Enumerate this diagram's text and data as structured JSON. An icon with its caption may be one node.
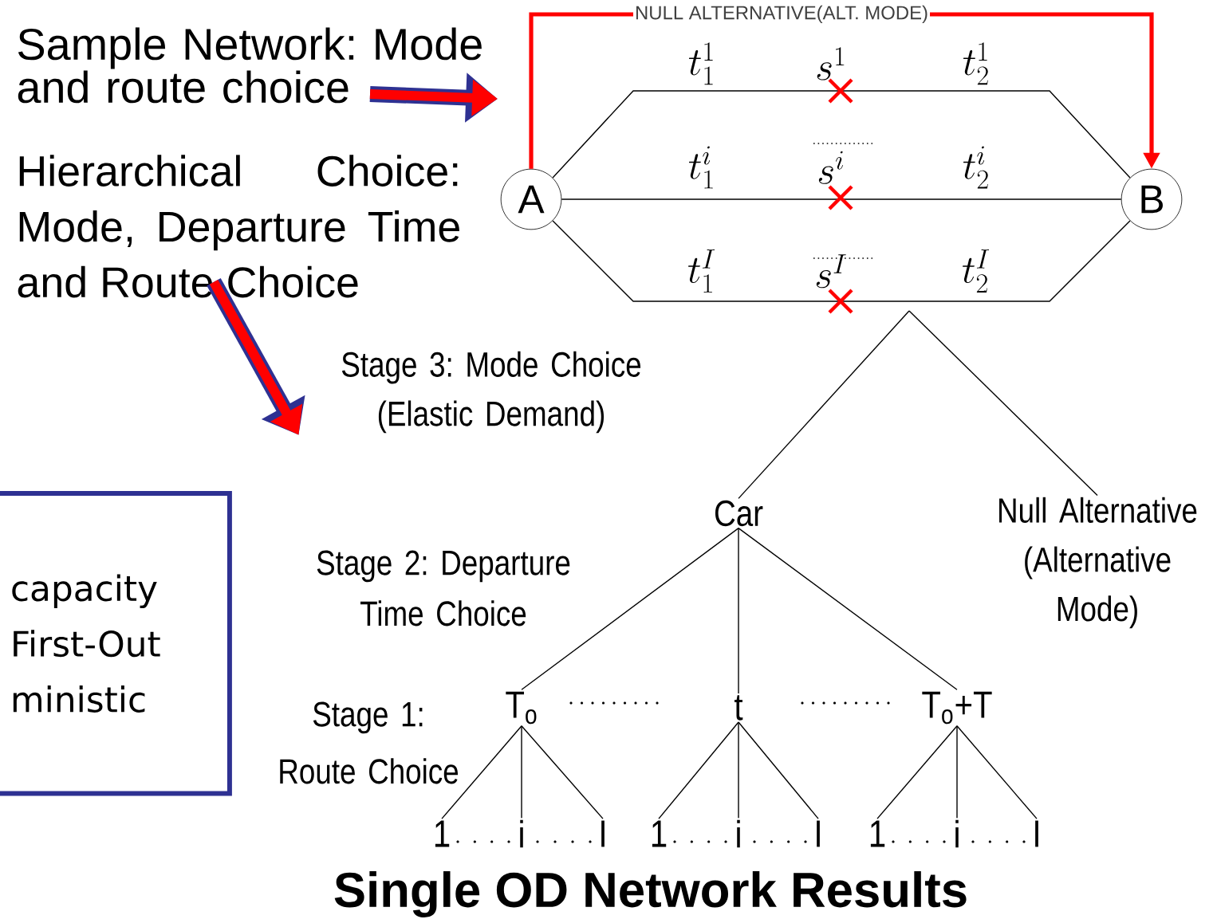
{
  "diagram": {
    "title": "Single OD Network Results",
    "nodes": [
      {
        "text": [
          "Sample Network: Mode and route choice"
        ]
      },
      {
        "text": [
          "Hierarchical Choice: Mode, Departure Time and Route Choice"
        ]
      },
      {
        "text": [
          "A"
        ]
      },
      {
        "text": [
          "B"
        ]
      },
      {
        "text": [
          "Stage 3: Mode Choice (Elastic Demand)"
        ]
      },
      {
        "text": [
          "Car"
        ]
      },
      {
        "text": [
          "Null Alternative (Alternative Mode)"
        ]
      },
      {
        "text": [
          "T$_{o}$"
        ]
      },
      {
        "text": [
          "t"
        ]
      },
      {
        "text": [
          "T$_{o}$+T"
        ]
      },
      {
        "text": [
          "1"
        ]
      },
      {
        "text": [
          "i"
        ]
      },
      {
        "text": [
          "I"
        ]
      },
      {
        "text": [
          "1"
        ]
      },
      {
        "text": [
          "i"
        ]
      },
      {
        "text": [
          "I"
        ]
      },
      {
        "text": [
          "1"
        ]
      },
      {
        "text": [
          "i"
        ]
      },
      {
        "text": [
          "I"
        ]
      },
      {
        "text": [
          "capacity First-Out ministic"
        ]
      }
    ],
    "edges": [
      {
        "from": 2,
        "to": 3,
        "arrow": "none"
      },
      {
        "from": 2,
        "to": 3,
        "arrow": "none"
      },
      {
        "from": 2,
        "to": 3,
        "arrow": "none"
      },
      {
        "from": 2,
        "to": 3,
        "arrow": "to",
        "label": "NULL ALTERNATIVE(ALT. MODE)",
        "style": "thick",
        "color": "#ff0000"
      },
      {
        "from": null,
        "to": 5,
        "arrow": "none"
      },
      {
        "from": null,
        "to": 6,
        "arrow": "none"
      },
      {
        "from": 5,
        "to": 7,
        "arrow": "none"
      },
      {
        "from": 5,
        "to": 8,
        "arrow": "none"
      },
      {
        "from": 5,
        "to": 9,
        "arrow": "none"
      },
      {
        "from": 7,
        "to": 10,
        "arrow": "none"
      },
      {
        "from": 7,
        "to": 11,
        "arrow": "none"
      },
      {
        "from": 7,
        "to": 12,
        "arrow": "none"
      },
      {
        "from": 8,
        "to": 13,
        "arrow": "none"
      },
      {
        "from": 8,
        "to": 14,
        "arrow": "none"
      },
      {
        "from": 8,
        "to": 15,
        "arrow": "none"
      },
      {
        "from": 9,
        "to": 16,
        "arrow": "none"
      },
      {
        "from": 9,
        "to": 17,
        "arrow": "none"
      },
      {
        "from": 9,
        "to": 18,
        "arrow": "none"
      },
      {
        "from": 0,
        "to": null,
        "arrow": "to",
        "style": "thick",
        "color": "#ff0000"
      },
      {
        "from": 1,
        "to": 4,
        "arrow": "to",
        "style": "thick",
        "color": "#ff0000"
      }
    ],
    "labels": [
      "t_1^1",
      "s^1",
      "t_2^1",
      "t_1^i",
      "s^i",
      "t_2^i",
      "t_1^I",
      "s^I",
      "t_2^I",
      "Stage 2: Departure Time Choice",
      "Stage 1: Route Choice"
    ]
  }
}
